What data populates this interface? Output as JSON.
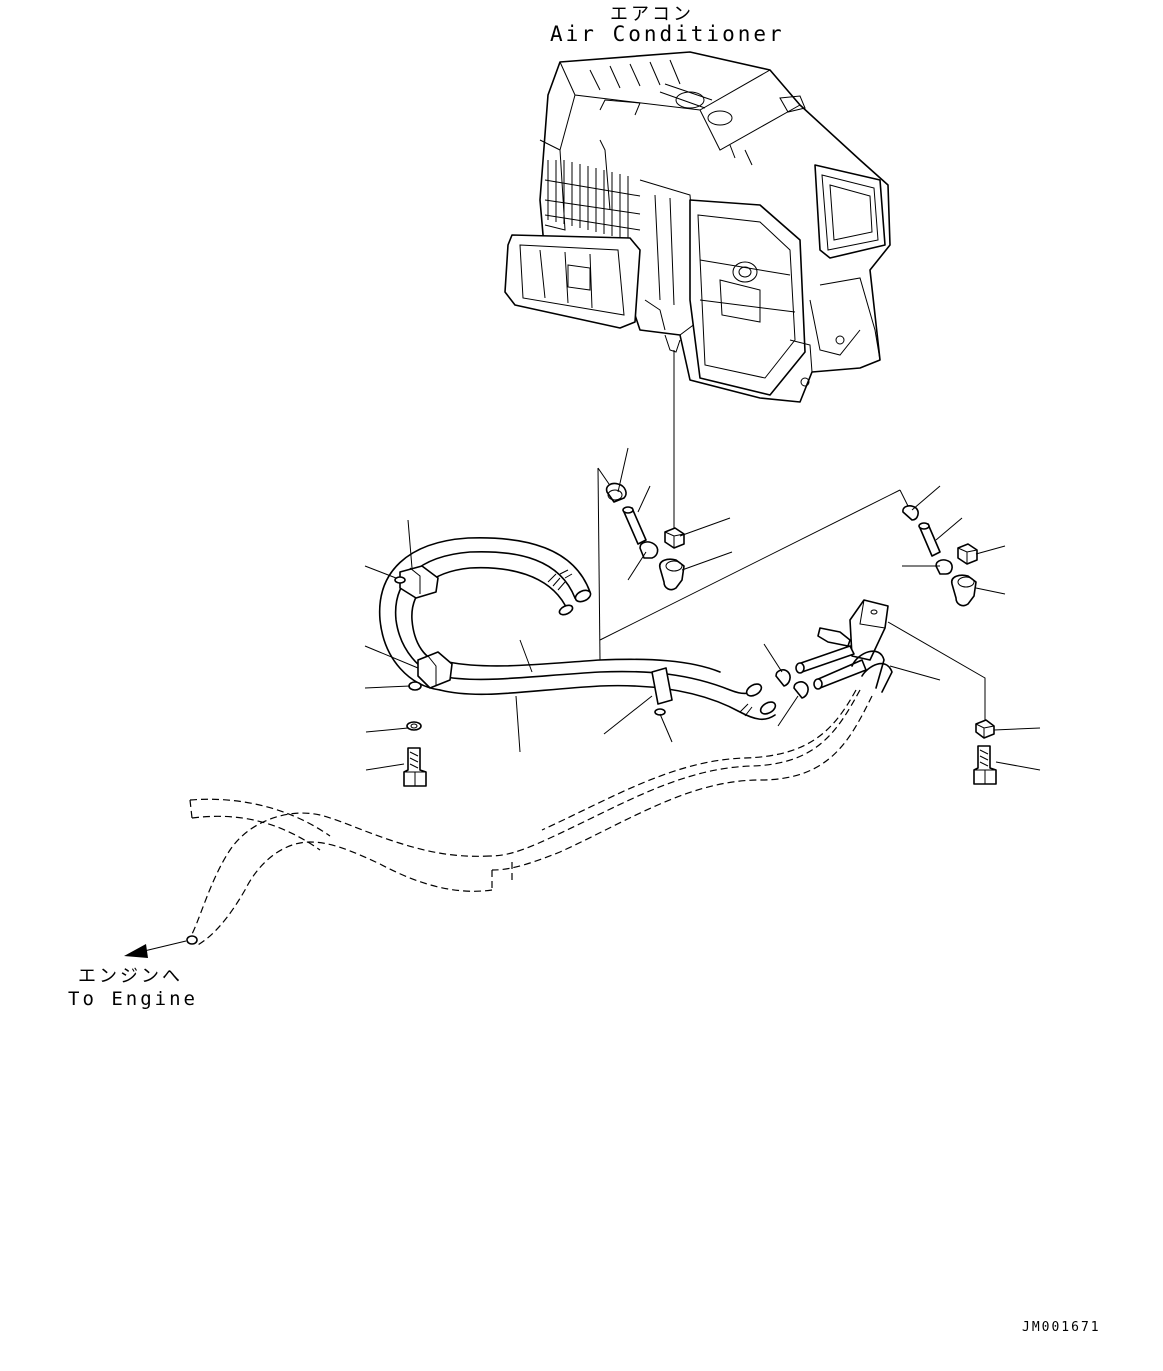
{
  "labels": {
    "air_conditioner_jp": "エアコン",
    "air_conditioner_en": "Air Conditioner",
    "engine_jp": "エンジンへ",
    "engine_en": "To Engine",
    "drawing_code": "JM001671"
  }
}
